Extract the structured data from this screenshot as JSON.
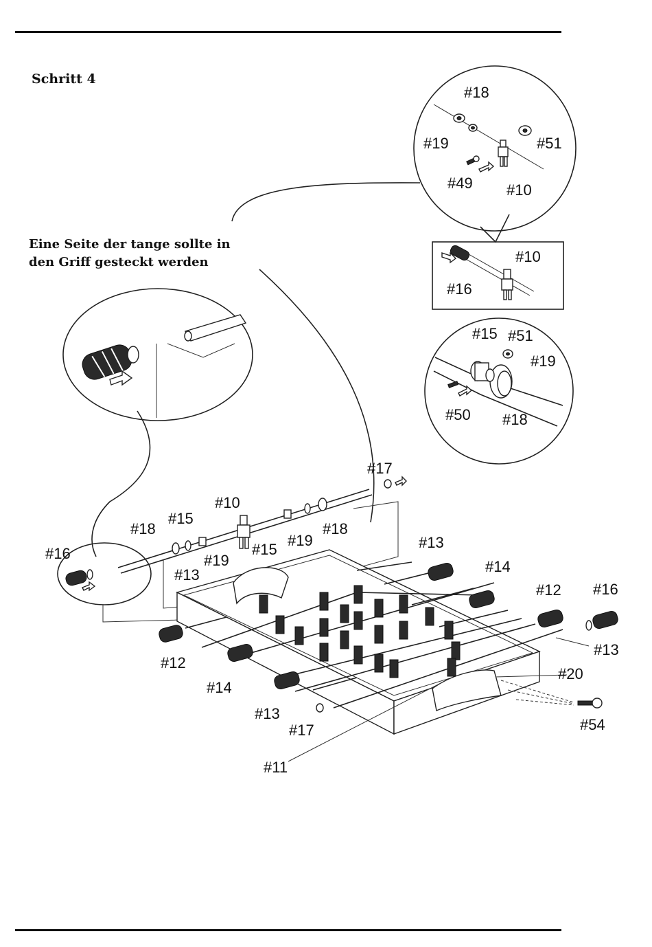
{
  "step_title": "Schritt 4",
  "note": {
    "line1": "Eine Seite der tange sollte in",
    "line2": "den Griff gesteckt werden"
  },
  "labels": {
    "detail_top_18": "#18",
    "detail_top_19": "#19",
    "detail_top_51": "#51",
    "detail_top_49": "#49",
    "detail_top_10": "#10",
    "detail_box_10": "#10",
    "detail_box_16": "#16",
    "detail_c_15": "#15",
    "detail_c_51": "#51",
    "detail_c_19": "#19",
    "detail_c_50": "#50",
    "detail_c_18": "#18",
    "rod_17": "#17",
    "rod_10": "#10",
    "rod_15a": "#15",
    "rod_18a": "#18",
    "rod_15b": "#15",
    "rod_19a": "#19",
    "rod_18b": "#18",
    "rod_16": "#16",
    "rod_19b": "#19",
    "rod_13": "#13",
    "table_13a": "#13",
    "table_14a": "#14",
    "table_12a": "#12",
    "table_16": "#16",
    "table_13b": "#13",
    "table_20": "#20",
    "table_54": "#54",
    "table_12b": "#12",
    "table_14b": "#14",
    "table_13c": "#13",
    "table_17": "#17",
    "table_11": "#11"
  }
}
